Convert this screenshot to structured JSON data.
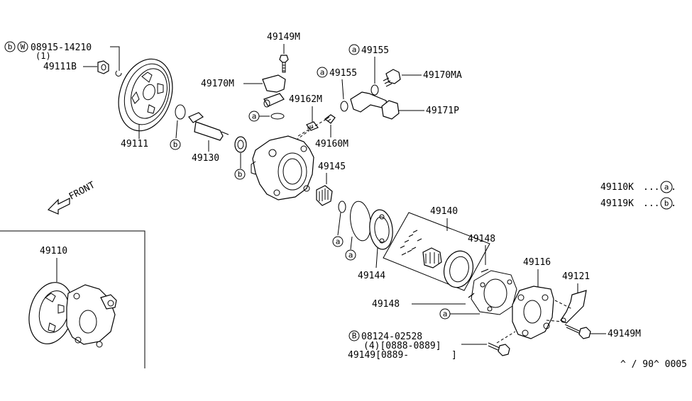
{
  "diagram": {
    "labels": {
      "bolt_ref_b": "b",
      "bolt_ref_w": "W",
      "bolt_part": "08915-14210",
      "bolt_qty": "(1)",
      "nut": "49111B",
      "pulley": "49111",
      "shaft": "49130",
      "union_bolt_top": "49149M",
      "connector": "49170M",
      "flow_valve": "49162M",
      "spring": "49160M",
      "washer_a1": "49155",
      "washer_a2": "49155",
      "connector_ma": "49170MA",
      "hose_p": "49171P",
      "vane": "49145",
      "cam_ring": "49144",
      "cartridge": "49140",
      "pin_upper": "49148",
      "pin_lower": "49148",
      "rear_cover": "49116",
      "bracket": "49121",
      "bolt_right": "49149M",
      "bolt_b_ref": "B",
      "bolt_b_part": "08124-02528",
      "bolt_b_qty": "(4)[0888-0889]",
      "bolt_b_alt": "49149[0889-",
      "bolt_b_alt_end": "]",
      "assembly": "49110",
      "front": "FRONT",
      "kit_k": "49110K",
      "kit_k_ref": "a",
      "kit_seal": "49119K",
      "kit_seal_ref": "b",
      "dots": "......",
      "footer": "^ / 90^ 0005"
    },
    "callouts": {
      "a": "a",
      "b": "b"
    }
  }
}
